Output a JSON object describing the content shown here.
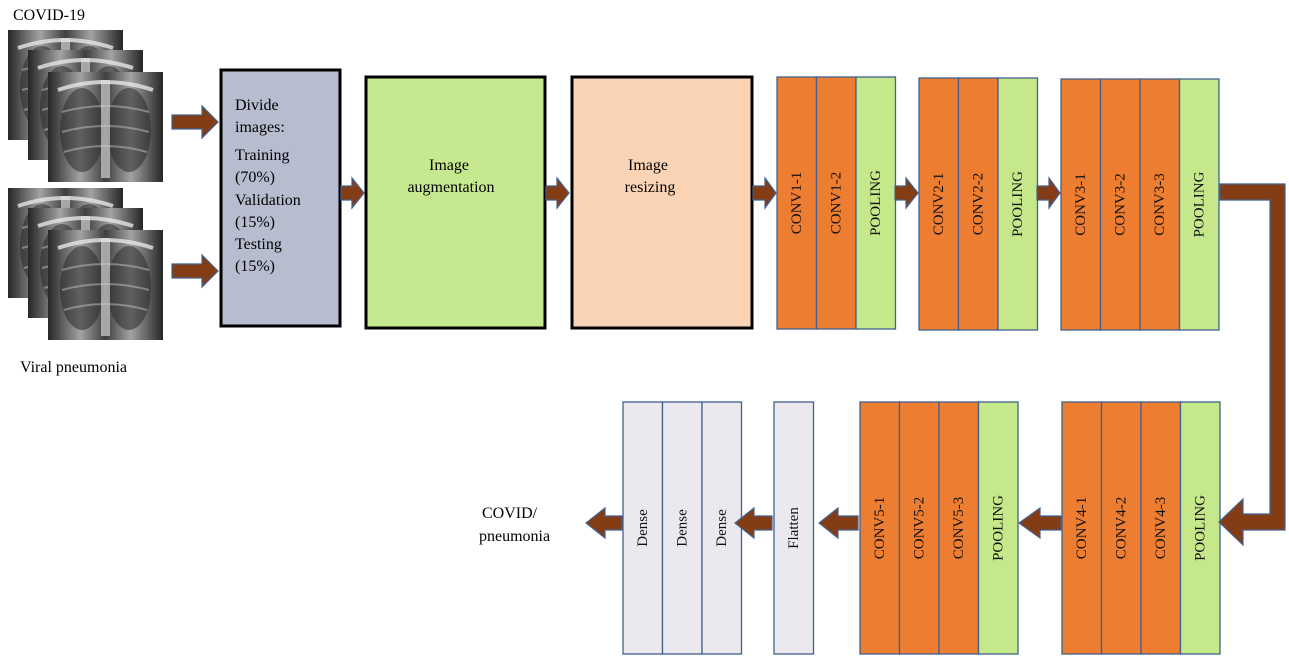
{
  "inputs": {
    "covid_label": "COVID-19",
    "viral_label": "Viral pneumonia"
  },
  "steps": {
    "divide": [
      "Divide",
      "images:",
      "Training",
      "(70%)",
      "Validation",
      "(15%)",
      "Testing",
      "(15%)"
    ],
    "augmentation": [
      "Image",
      "augmentation"
    ],
    "resizing": [
      "Image",
      "resizing"
    ]
  },
  "blocks": {
    "block1": [
      "CONV1-1",
      "CONV1-2",
      "POOLING"
    ],
    "block2": [
      "CONV2-1",
      "CONV2-2",
      "POOLING"
    ],
    "block3": [
      "CONV3-1",
      "CONV3-2",
      "CONV3-3",
      "POOLING"
    ],
    "block4": [
      "CONV4-1",
      "CONV4-2",
      "CONV4-3",
      "POOLING"
    ],
    "block5": [
      "CONV5-1",
      "CONV5-2",
      "CONV5-3",
      "POOLING"
    ],
    "flatten": [
      "Flatten"
    ],
    "dense": [
      "Dense",
      "Dense",
      "Dense"
    ]
  },
  "output": [
    "COVID/",
    "pneumonia"
  ],
  "colors": {
    "conv": "#ED7D31",
    "pool": "#C5E88A",
    "dense": "#ECE9EE",
    "divide": "#B7BDCF",
    "augmentation": "#C6E88E",
    "resizing": "#FBD4B6",
    "arrow": "#843C14",
    "layer_border": "#41628F"
  }
}
